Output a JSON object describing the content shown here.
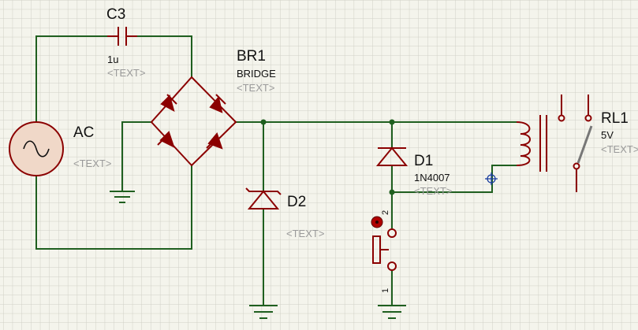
{
  "colors": {
    "background": "#f4f4ec",
    "grid": "#d0d0c6",
    "wire": "#1f5f1f",
    "component": "#8b0000",
    "probe": "#1b3fa0"
  },
  "components": {
    "c3": {
      "ref": "C3",
      "value": "1u",
      "text": "<TEXT>"
    },
    "ac": {
      "ref": "AC",
      "text": "<TEXT>"
    },
    "br1": {
      "ref": "BR1",
      "value": "BRIDGE",
      "text": "<TEXT>"
    },
    "d2": {
      "ref": "D2",
      "text": "<TEXT>"
    },
    "d1": {
      "ref": "D1",
      "value": "1N4007",
      "text": "<TEXT>"
    },
    "rl1": {
      "ref": "RL1",
      "value": "5V",
      "text": "<TEXT>"
    },
    "sw": {
      "pin_top": "2",
      "pin_bottom": "1"
    }
  }
}
